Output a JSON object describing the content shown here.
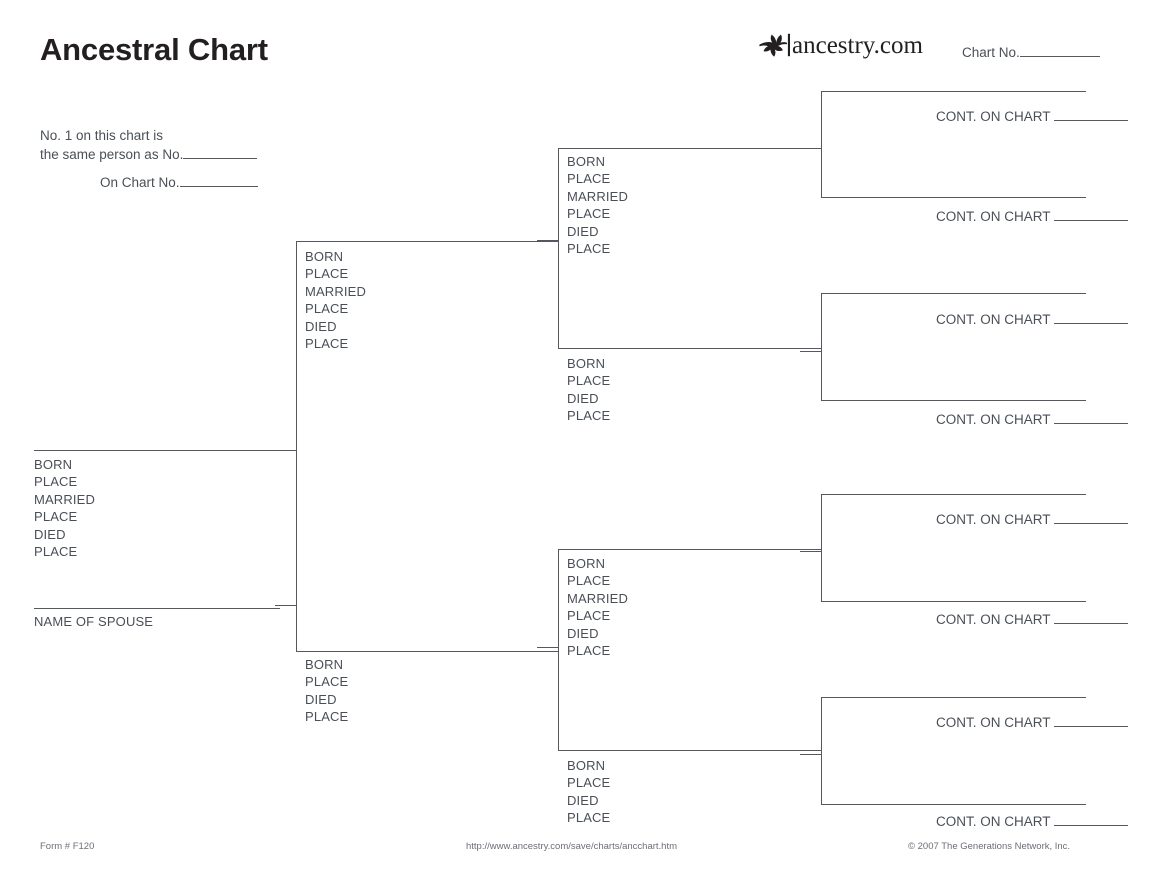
{
  "header": {
    "title": "Ancestral Chart",
    "brand_name": "ancestry.com",
    "brand_mark": "leaf-flourish-icon",
    "chart_no_label": "Chart No.",
    "chart_no_value": ""
  },
  "crossref": {
    "line1": "No. 1 on this chart is",
    "line2": "the same person as No.",
    "line2_value": "",
    "line3": "On Chart No.",
    "line3_value": ""
  },
  "labels": {
    "born": "BORN",
    "place": "PLACE",
    "married": "MARRIED",
    "died": "DIED",
    "name_of_spouse": "NAME OF SPOUSE",
    "cont_on_chart": "CONT. ON CHART"
  },
  "person1": {
    "name": "",
    "fields": [
      "BORN",
      "PLACE",
      "MARRIED",
      "PLACE",
      "DIED",
      "PLACE"
    ],
    "spouse_name": "",
    "spouse_label": "NAME OF SPOUSE"
  },
  "generation2": [
    {
      "position": "father",
      "name": "",
      "fields": [
        "BORN",
        "PLACE",
        "MARRIED",
        "PLACE",
        "DIED",
        "PLACE"
      ]
    },
    {
      "position": "mother",
      "name": "",
      "fields": [
        "BORN",
        "PLACE",
        "DIED",
        "PLACE"
      ]
    }
  ],
  "generation3": [
    {
      "position": "paternal-grandfather",
      "name": "",
      "fields": [
        "BORN",
        "PLACE",
        "MARRIED",
        "PLACE",
        "DIED",
        "PLACE"
      ]
    },
    {
      "position": "paternal-grandmother",
      "name": "",
      "fields": [
        "BORN",
        "PLACE",
        "DIED",
        "PLACE"
      ]
    },
    {
      "position": "maternal-grandfather",
      "name": "",
      "fields": [
        "BORN",
        "PLACE",
        "MARRIED",
        "PLACE",
        "DIED",
        "PLACE"
      ]
    },
    {
      "position": "maternal-grandmother",
      "name": "",
      "fields": [
        "BORN",
        "PLACE",
        "DIED",
        "PLACE"
      ]
    }
  ],
  "generation4": [
    {
      "slot": 1,
      "name": "",
      "cont_label": "CONT. ON CHART",
      "cont_value": ""
    },
    {
      "slot": 2,
      "name": "",
      "cont_label": "CONT. ON CHART",
      "cont_value": ""
    },
    {
      "slot": 3,
      "name": "",
      "cont_label": "CONT. ON CHART",
      "cont_value": ""
    },
    {
      "slot": 4,
      "name": "",
      "cont_label": "CONT. ON CHART",
      "cont_value": ""
    },
    {
      "slot": 5,
      "name": "",
      "cont_label": "CONT. ON CHART",
      "cont_value": ""
    },
    {
      "slot": 6,
      "name": "",
      "cont_label": "CONT. ON CHART",
      "cont_value": ""
    },
    {
      "slot": 7,
      "name": "",
      "cont_label": "CONT. ON CHART",
      "cont_value": ""
    },
    {
      "slot": 8,
      "name": "",
      "cont_label": "CONT. ON CHART",
      "cont_value": ""
    }
  ],
  "footer": {
    "form_no": "Form # F120",
    "url": "http://www.ancestry.com/save/charts/ancchart.htm",
    "copyright": "© 2007 The Generations Network, Inc."
  },
  "colors": {
    "rule": "#55585e",
    "text": "#4a4f57",
    "title": "#231f20",
    "footer_text": "#6b6f76",
    "background": "#ffffff"
  }
}
